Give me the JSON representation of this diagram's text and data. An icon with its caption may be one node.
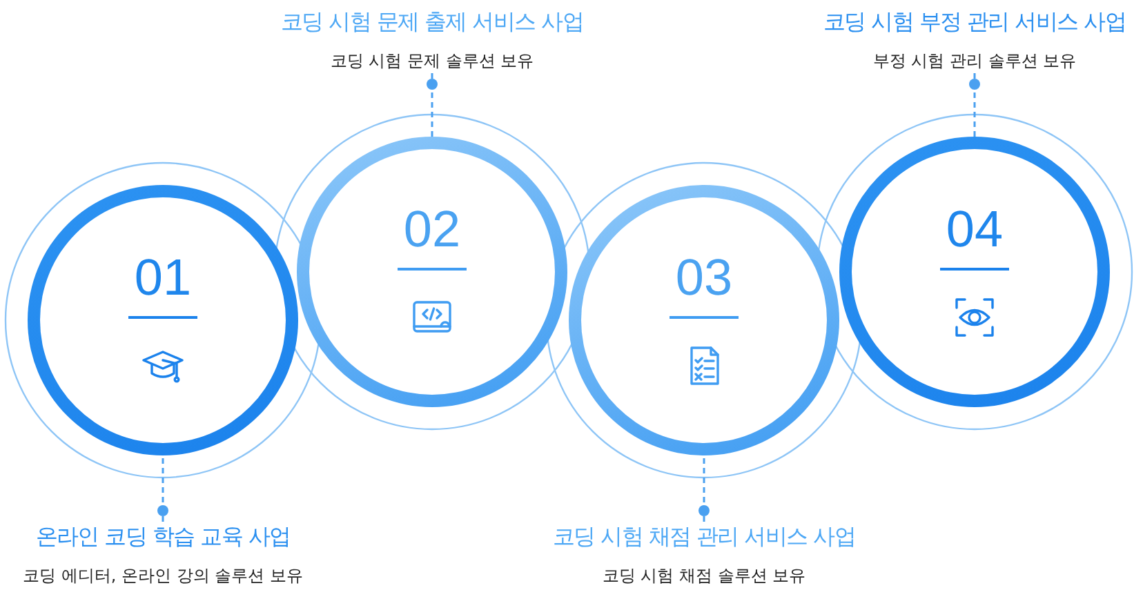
{
  "diagram": {
    "nodes": [
      {
        "text": [
          "코딩 시험 문제 출제 서비스 사업",
          "코딩 시험 문제 솔루션 보유"
        ]
      },
      {
        "text": [
          "코딩 시험 부정 관리 서비스 사업",
          "부정 시험 관리 솔루션 보유"
        ]
      },
      {
        "text": [
          "01"
        ]
      },
      {
        "text": [
          "02"
        ]
      },
      {
        "text": [
          "03"
        ]
      },
      {
        "text": [
          "04"
        ]
      },
      {
        "text": [
          "온라인 코딩 학습 교육 사업",
          "코딩 에디터, 온라인 강의 솔루션 보유"
        ]
      },
      {
        "text": [
          "코딩 시험 채점 관리 서비스 사업",
          "코딩 시험 채점 솔루션 보유"
        ]
      }
    ],
    "edges": [
      {
        "from": 0,
        "to": 3,
        "arrow": "other",
        "style": "dashed"
      },
      {
        "from": 1,
        "to": 5,
        "arrow": "other",
        "style": "dashed"
      },
      {
        "from": 6,
        "to": 2,
        "arrow": "other",
        "style": "dashed"
      },
      {
        "from": 7,
        "to": 4,
        "arrow": "other",
        "style": "dashed"
      }
    ]
  }
}
